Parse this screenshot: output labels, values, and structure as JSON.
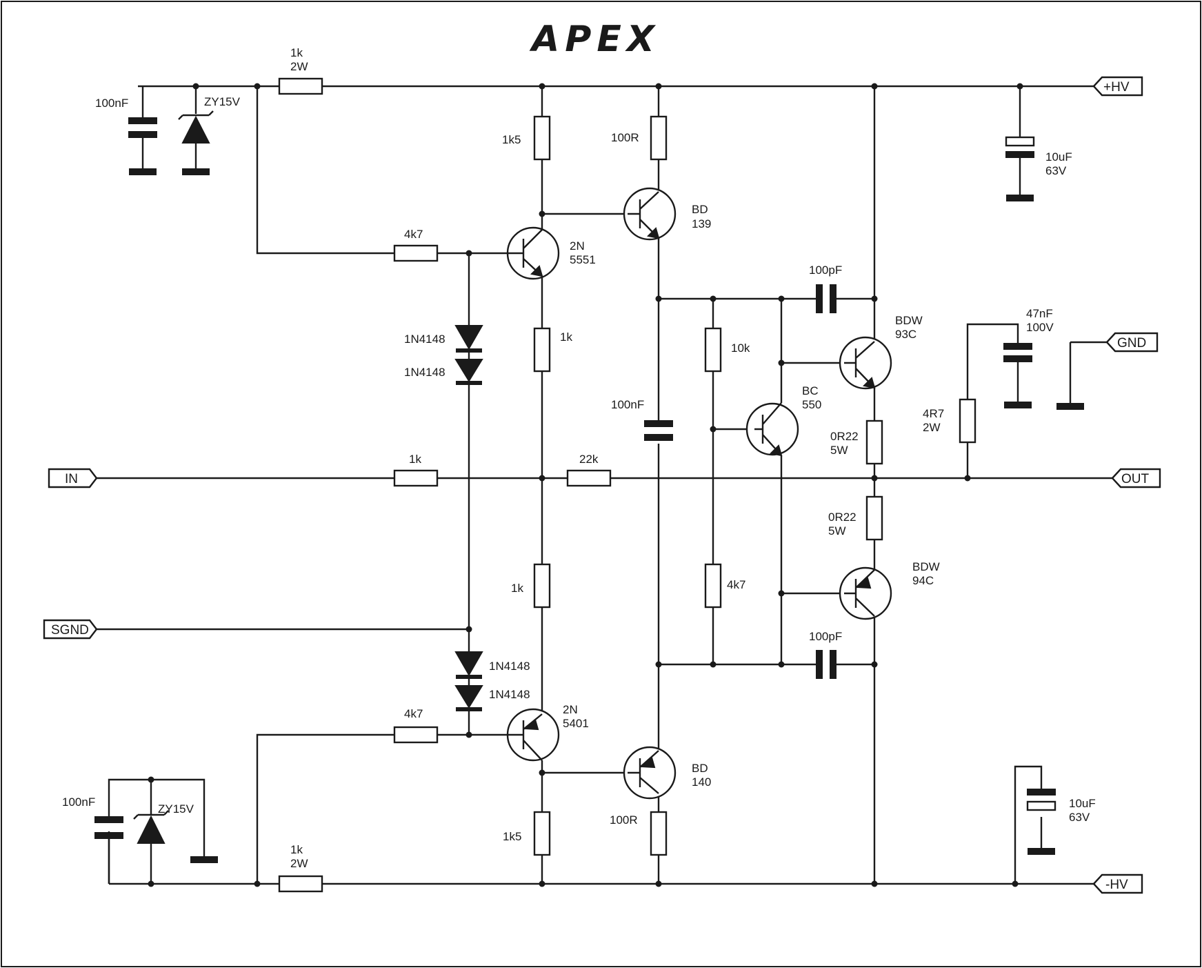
{
  "title": "APEX",
  "ports": {
    "plus_hv": "+HV",
    "minus_hv": "-HV",
    "in": "IN",
    "out": "OUT",
    "gnd": "GND",
    "sgnd": "SGND"
  },
  "components": {
    "c_top_left": "100nF",
    "z_top": "ZY15V",
    "r_top_feed": [
      "1k",
      "2W"
    ],
    "r_1k5_top": "1k5",
    "r_100r_top": "100R",
    "q_bd139": [
      "BD",
      "139"
    ],
    "r_4k7_top": "4k7",
    "q_2n5551": [
      "2N",
      "5551"
    ],
    "d_top_1": "1N4148",
    "d_top_2": "1N4148",
    "r_1k_top": "1k",
    "c_100pf_top": "100pF",
    "r_10k": "10k",
    "q_bdw93c": [
      "BDW",
      "93C"
    ],
    "q_bc550": [
      "BC",
      "550"
    ],
    "c_100nf_mid": "100nF",
    "r_0r22_top": [
      "0R22",
      "5W"
    ],
    "r_4r7": [
      "4R7",
      "2W"
    ],
    "c_47nf": [
      "47nF",
      "100V"
    ],
    "c_10uf_top": [
      "10uF",
      "63V"
    ],
    "r_in": "1k",
    "r_fb": "22k",
    "r_0r22_bot": [
      "0R22",
      "5W"
    ],
    "q_bdw94c": [
      "BDW",
      "94C"
    ],
    "r_1k_bot": "1k",
    "r_4k7_bot_mid": "4k7",
    "c_100pf_bot": "100pF",
    "d_bot_1": "1N4148",
    "d_bot_2": "1N4148",
    "r_4k7_bot": "4k7",
    "q_2n5401": [
      "2N",
      "5401"
    ],
    "q_bd140": [
      "BD",
      "140"
    ],
    "c_bot_left": "100nF",
    "z_bot": "ZY15V",
    "r_bot_feed": [
      "1k",
      "2W"
    ],
    "r_1k5_bot": "1k5",
    "r_100r_bot": "100R",
    "c_10uf_bot": [
      "10uF",
      "63V"
    ]
  },
  "icons": {
    "resistor": "resistor-icon",
    "capacitor": "capacitor-icon",
    "electrolytic": "electrolytic-capacitor-icon",
    "zener": "zener-diode-icon",
    "diode": "diode-icon",
    "npn": "npn-transistor-icon",
    "pnp": "pnp-transistor-icon",
    "ground": "ground-icon"
  },
  "colors": {
    "ink": "#1a1a1a",
    "paper": "#ffffff"
  }
}
